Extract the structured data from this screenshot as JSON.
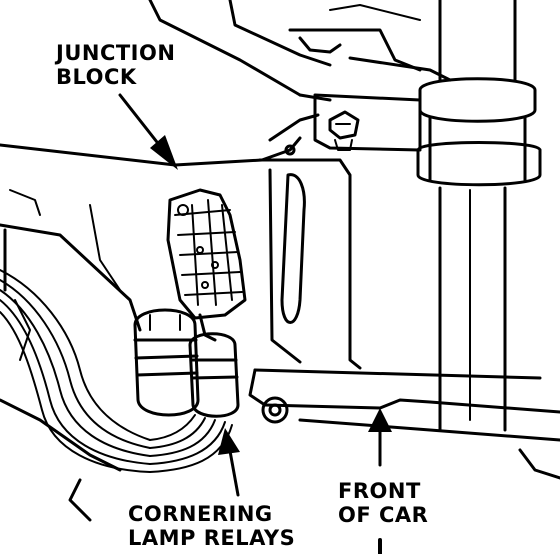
{
  "labels": {
    "junction_block_line1": "JUNCTION",
    "junction_block_line2": "BLOCK",
    "front_of_car_line1": "FRONT",
    "front_of_car_line2": "OF CAR",
    "cornering_lamp_relays_line1": "CORNERING",
    "cornering_lamp_relays_line2": "LAMP RELAYS"
  },
  "colors": {
    "ink": "#000000",
    "paper": "#ffffff"
  }
}
